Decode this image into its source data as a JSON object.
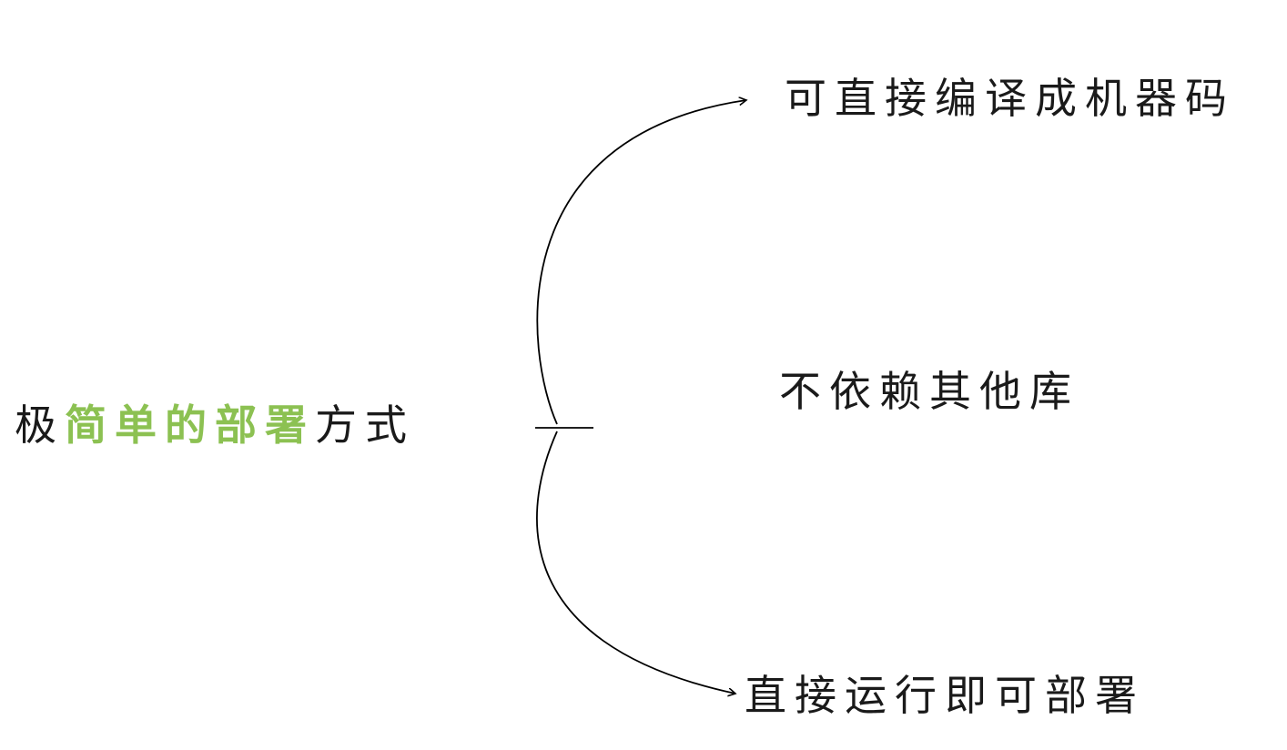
{
  "diagram": {
    "root": {
      "prefix": "极",
      "highlight": "简单的部署",
      "suffix": "方式"
    },
    "branches": [
      {
        "label": "可直接编译成机器码"
      },
      {
        "label": "不依赖其他库"
      },
      {
        "label": "直接运行即可部署"
      }
    ],
    "colors": {
      "highlight": "#8CC152",
      "text": "#1A1A1A",
      "line": "#000000"
    }
  }
}
